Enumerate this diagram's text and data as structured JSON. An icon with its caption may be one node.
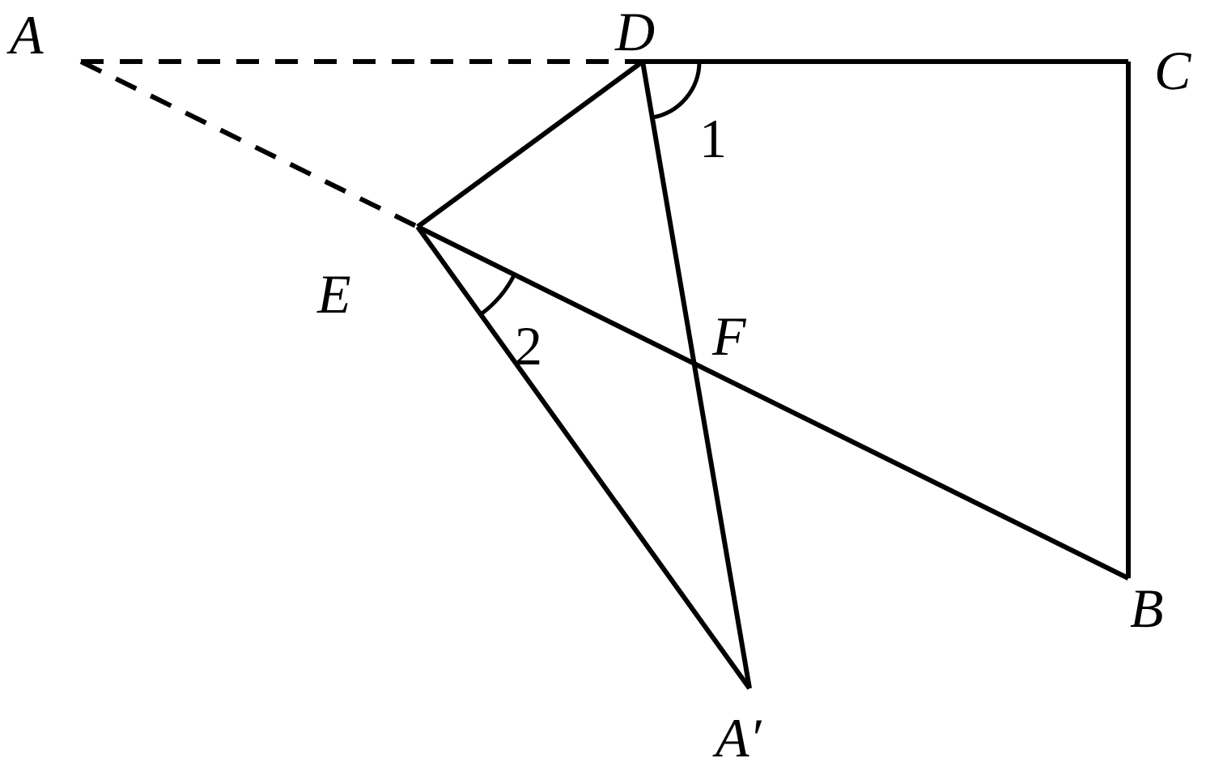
{
  "diagram": {
    "labels": [
      "A",
      "D",
      "C",
      "1",
      "E",
      "F",
      "2",
      "B",
      "A′"
    ]
  }
}
